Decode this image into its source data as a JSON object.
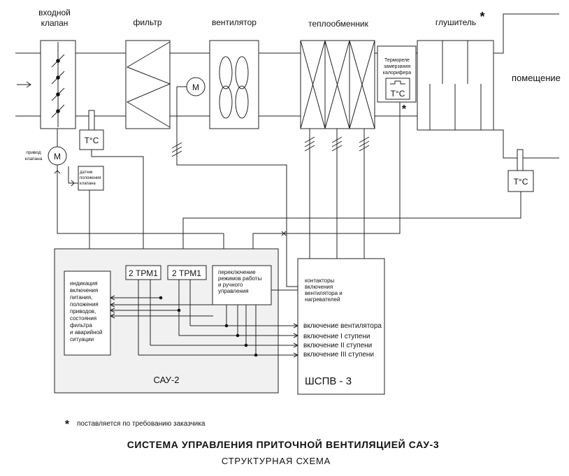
{
  "components": {
    "inlet_valve_l1": "входной",
    "inlet_valve_l2": "клапан",
    "filter": "фильтр",
    "fan": "вентилятор",
    "heat_exchanger": "теплообменник",
    "silencer": "глушитель",
    "room": "помещение"
  },
  "sensors": {
    "temp_symbol": "T°C",
    "motor_symbol": "M",
    "valve_drive_l1": "привод",
    "valve_drive_l2": "клапана",
    "valve_pos_l1": "датчик",
    "valve_pos_l2": "положения",
    "valve_pos_l3": "клапана",
    "frost_relay_l1": "Термореле",
    "frost_relay_l2": "замерзания",
    "frost_relay_l3": "калорифера"
  },
  "asterisk": "*",
  "cabinet_sau2": {
    "label": "САУ-2",
    "indication": [
      "индикация",
      "включения",
      "питания,",
      "положения",
      "приводов,",
      "состояния",
      "фильтра",
      "и аварийной",
      "ситуации"
    ],
    "trm1_a": "2 ТРМ1",
    "trm1_b": "2 ТРМ1",
    "switch": [
      "переключение",
      "режимов работы",
      "и ручного",
      "управления"
    ]
  },
  "cabinet_shspv": {
    "label": "ШСПВ - 3",
    "contactors": [
      "контакторы",
      "включения",
      "вентилятора и",
      "нагревателей"
    ],
    "outputs": [
      "включение вентилятора",
      "включение I ступени",
      "включение II ступени",
      "включение III ступени"
    ]
  },
  "footnote": "поставляется по требованию заказчика",
  "footer": {
    "title": "СИСТЕМА УПРАВЛЕНИЯ ПРИТОЧНОЙ ВЕНТИЛЯЦИЕЙ САУ-3",
    "subtitle": "СТРУКТУРНАЯ СХЕМА"
  }
}
